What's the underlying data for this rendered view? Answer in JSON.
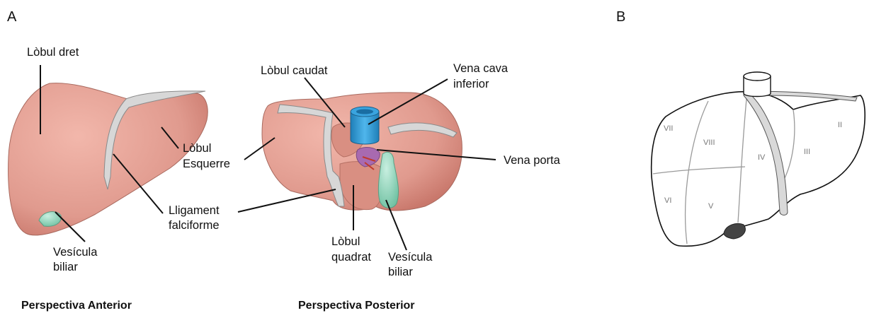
{
  "panels": {
    "a": "A",
    "b": "B"
  },
  "anterior": {
    "right_lobe": "Lòbul dret",
    "left_lobe": [
      "Lòbul",
      "Esquerre"
    ],
    "ligament": [
      "Lligament",
      "falciforme"
    ],
    "gallbladder": [
      "Vesícula",
      "biliar"
    ],
    "caption": "Perspectiva Anterior"
  },
  "posterior": {
    "caudate_lobe": "Lòbul caudat",
    "vena_cava": [
      "Vena cava",
      "inferior"
    ],
    "portal_vein": "Vena porta",
    "quadrate_lobe": [
      "Lòbul",
      "quadrat"
    ],
    "gallbladder": [
      "Vesícula",
      "biliar"
    ],
    "caption": "Perspectiva Posterior"
  },
  "segments": [
    "II",
    "III",
    "IV",
    "V",
    "VI",
    "VII",
    "VIII"
  ],
  "colors": {
    "liver": "#e09a8e",
    "liver_dark": "#c77b6f",
    "ligament": "#d7d7d7",
    "gallbladder": "#8fd3b8",
    "vena_cava": "#2f9bd6",
    "outline": "#111111",
    "segment_lines": "#9a9a9a"
  }
}
